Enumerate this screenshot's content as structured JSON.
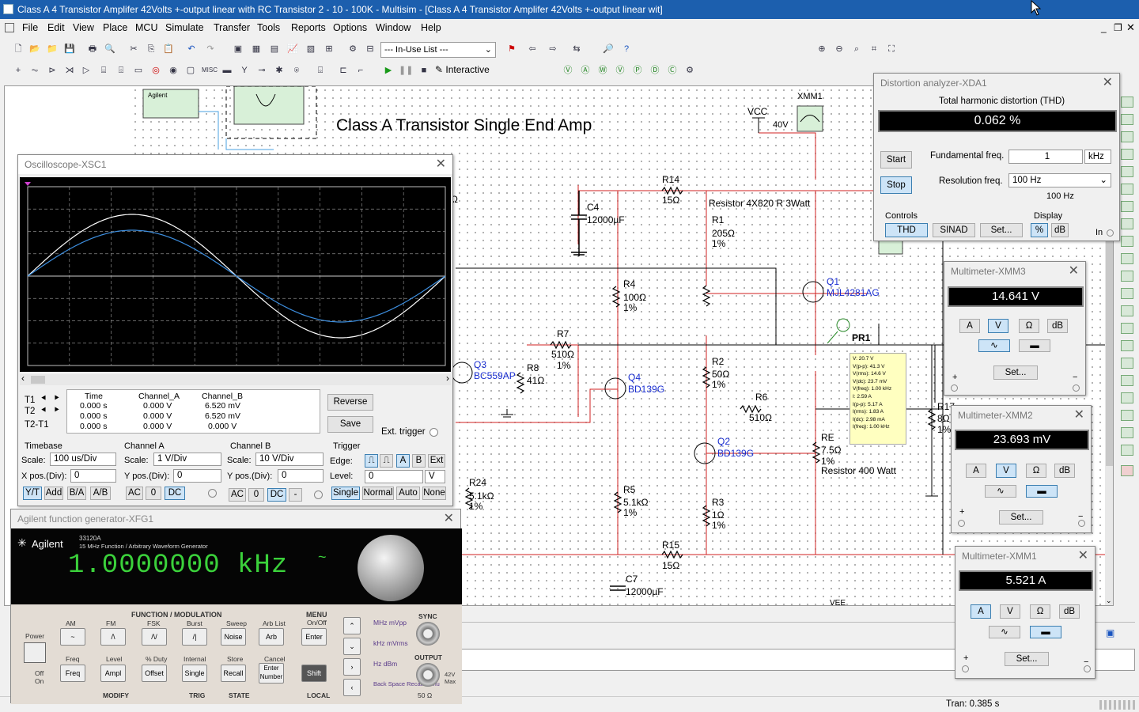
{
  "window": {
    "title": "Class A 4 Transistor Amplifer 42Volts +-output linear with RC Transistor 2 - 10 - 100K - Multisim - [Class A 4 Transistor Amplifer 42Volts +-output linear wit]"
  },
  "menu": [
    "File",
    "Edit",
    "View",
    "Place",
    "MCU",
    "Simulate",
    "Transfer",
    "Tools",
    "Reports",
    "Options",
    "Window",
    "Help"
  ],
  "toolbar": {
    "inuse_list": "--- In-Use List ---",
    "interactive": "Interactive"
  },
  "schematic": {
    "title": "Class A Transistor Single End Amp",
    "vcc": "VCC",
    "vcc_val": "40V",
    "xmm1": "XMM1",
    "c4": "C4",
    "c4_val": "12000µF",
    "r14": "R14",
    "r14_val": "15Ω",
    "res4x": "Resistor 4X820 R 3Watt",
    "r1": "R1",
    "r1_val": "205Ω",
    "pct": "1%",
    "q1": "Q1",
    "q1_part": "MJL4281AG",
    "r4": "R4",
    "r4_val": "100Ω",
    "r7": "R7",
    "r7_val": "510Ω",
    "q3": "Q3",
    "q3_part": "BC559AP",
    "r8": "R8",
    "r8_val": "41Ω",
    "q4": "Q4",
    "q4_part": "BD139G",
    "r2": "R2",
    "r2_val": "50Ω",
    "r6": "R6",
    "r6_val": "510Ω",
    "pr1": "PR1",
    "re": "RE",
    "re_val": "7.5Ω",
    "res400": "Resistor 400 Watt",
    "r17": "R17",
    "r17_val": "8Ω",
    "q2": "Q2",
    "q2_part": "BD139G",
    "r24": "R24",
    "r24_val": "5.1kΩ",
    "r5": "R5",
    "r5_val": "5.1kΩ",
    "r3": "R3",
    "r3_val": "1Ω",
    "r15": "R15",
    "r15_val": "15Ω",
    "c7": "C7",
    "c7_val": "12000µF",
    "vee": "VEE",
    "agilent_small": "Agilent",
    "probe": [
      "V: 20.7 V",
      "V(p-p): 41.3 V",
      "V(rms): 14.6 V",
      "V(dc): 23.7 mV",
      "V(freq): 1.00 kHz",
      "I: 2.59 A",
      "I(p-p): 5.17 A",
      "I(rms): 1.83 A",
      "I(dc): 2.98 mA",
      "I(freq): 1.00 kHz"
    ],
    "omega_left": "Ω"
  },
  "oscilloscope": {
    "title": "Oscilloscope-XSC1",
    "cols": [
      "Time",
      "Channel_A",
      "Channel_B"
    ],
    "rows": [
      {
        "label": "T1",
        "time": "0.000 s",
        "a": "0.000 V",
        "b": "6.520 mV"
      },
      {
        "label": "T2",
        "time": "0.000 s",
        "a": "0.000 V",
        "b": "6.520 mV"
      },
      {
        "label": "T2-T1",
        "time": "0.000 s",
        "a": "0.000 V",
        "b": "0.000 V"
      }
    ],
    "reverse": "Reverse",
    "save": "Save",
    "ext_trigger": "Ext. trigger",
    "timebase": {
      "label": "Timebase",
      "scale_label": "Scale:",
      "scale": "100 us/Div",
      "xpos_label": "X pos.(Div):",
      "xpos": "0",
      "modes": [
        "Y/T",
        "Add",
        "B/A",
        "A/B"
      ]
    },
    "channel_a": {
      "label": "Channel A",
      "scale_label": "Scale:",
      "scale": "1  V/Div",
      "ypos_label": "Y pos.(Div):",
      "ypos": "0",
      "coupling": [
        "AC",
        "0",
        "DC"
      ]
    },
    "channel_b": {
      "label": "Channel B",
      "scale_label": "Scale:",
      "scale": "10  V/Div",
      "ypos_label": "Y pos.(Div):",
      "ypos": "0",
      "coupling": [
        "AC",
        "0",
        "DC",
        "-"
      ]
    },
    "trigger": {
      "label": "Trigger",
      "edge_label": "Edge:",
      "edge_buttons": [
        "A",
        "B",
        "Ext"
      ],
      "level_label": "Level:",
      "level": "0",
      "level_unit": "V",
      "modes": [
        "Single",
        "Normal",
        "Auto",
        "None"
      ]
    }
  },
  "distortion": {
    "title": "Distortion analyzer-XDA1",
    "thd_label": "Total harmonic distortion (THD)",
    "thd_value": "0.062 %",
    "start": "Start",
    "stop": "Stop",
    "fund_label": "Fundamental freq.",
    "fund_value": "1",
    "fund_unit": "kHz",
    "res_label": "Resolution freq.",
    "res_value": "100 Hz",
    "res_value2": "100 Hz",
    "controls_label": "Controls",
    "display_label": "Display",
    "thd_btn": "THD",
    "sinad_btn": "SINAD",
    "set_btn": "Set...",
    "pct_btn": "%",
    "db_btn": "dB",
    "in_label": "In"
  },
  "multimeters": [
    {
      "title": "Multimeter-XMM3",
      "value": "14.641 V",
      "mode": "V"
    },
    {
      "title": "Multimeter-XMM2",
      "value": "23.693 mV",
      "mode": "V"
    },
    {
      "title": "Multimeter-XMM1",
      "value": "5.521 A",
      "mode": "A"
    }
  ],
  "mm_buttons": [
    "A",
    "V",
    "Ω",
    "dB"
  ],
  "mm_set": "Set...",
  "funcgen": {
    "title": "Agilent function generator-XFG1",
    "brand": "Agilent",
    "model": "33120A",
    "subtitle": "15 MHz Function / Arbitrary Waveform Generator",
    "display": "1.0000000 kHz",
    "section_fm": "FUNCTION / MODULATION",
    "section_menu": "MENU",
    "menu_onoff": "On/Off",
    "top_labels": [
      "AM",
      "FM",
      "FSK",
      "Burst",
      "Sweep",
      "Arb List"
    ],
    "keys_top": [
      "~",
      "/\\",
      "/\\/",
      "/|",
      "Noise",
      "Arb"
    ],
    "keys_bottom": [
      "Freq",
      "Ampl",
      "Offset",
      "Single",
      "Recall",
      "Enter Number"
    ],
    "mid_labels": [
      "Freq",
      "Level",
      "% Duty",
      "Internal",
      "Store",
      "Cancel"
    ],
    "bottom_labels": [
      "MODIFY",
      "TRIG",
      "STATE",
      "LOCAL"
    ],
    "enter": "Enter",
    "shift": "Shift",
    "power": "Power",
    "off": "Off",
    "on": "On",
    "sync": "SYNC",
    "output": "OUTPUT",
    "ohm": "50 Ω",
    "max": "42V Max",
    "units": [
      "MHz mVpp",
      "kHz mVrms",
      "Hz dBm",
      "Back Space Recall Menu"
    ]
  },
  "status": {
    "tran": "Tran: 0.385 s"
  }
}
